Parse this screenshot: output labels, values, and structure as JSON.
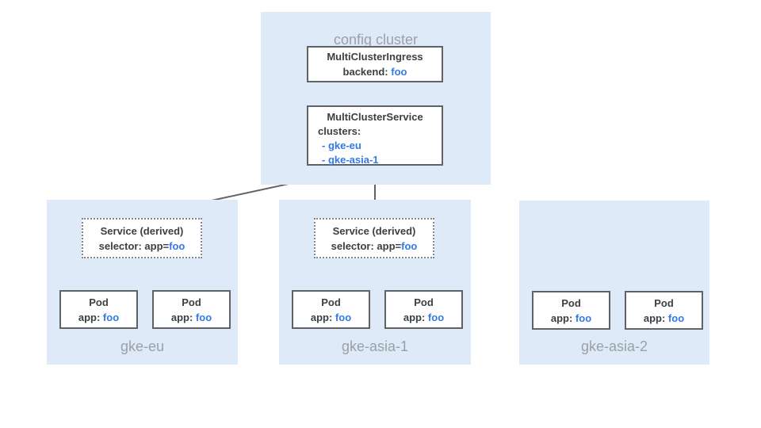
{
  "colors": {
    "cluster_bg": "#DEEAF8",
    "box_border": "#5F6368",
    "dotted_border": "#7F858C",
    "dark_text": "#3C4043",
    "blue_text": "#3379E7",
    "muted_text": "#9AA0A6",
    "arrow_dark": "#5F6368",
    "arrow_light": "#BDC1C6"
  },
  "config_cluster": {
    "label": "config cluster",
    "ingress": {
      "title": "MultiClusterIngress",
      "field_label": "backend:",
      "field_value": "foo"
    },
    "service": {
      "title": "MultiClusterService",
      "list_label": "clusters:",
      "items": [
        "- gke-eu",
        "- gke-asia-1"
      ]
    }
  },
  "clusters": [
    {
      "name": "gke-eu",
      "service": {
        "title": "Service (derived)",
        "selector_label": "selector: app=",
        "selector_value": "foo"
      },
      "pods": [
        {
          "title": "Pod",
          "app_label": "app:",
          "app_value": "foo"
        },
        {
          "title": "Pod",
          "app_label": "app:",
          "app_value": "foo"
        }
      ]
    },
    {
      "name": "gke-asia-1",
      "service": {
        "title": "Service (derived)",
        "selector_label": "selector: app=",
        "selector_value": "foo"
      },
      "pods": [
        {
          "title": "Pod",
          "app_label": "app:",
          "app_value": "foo"
        },
        {
          "title": "Pod",
          "app_label": "app:",
          "app_value": "foo"
        }
      ]
    },
    {
      "name": "gke-asia-2",
      "pods": [
        {
          "title": "Pod",
          "app_label": "app:",
          "app_value": "foo"
        },
        {
          "title": "Pod",
          "app_label": "app:",
          "app_value": "foo"
        }
      ]
    }
  ]
}
